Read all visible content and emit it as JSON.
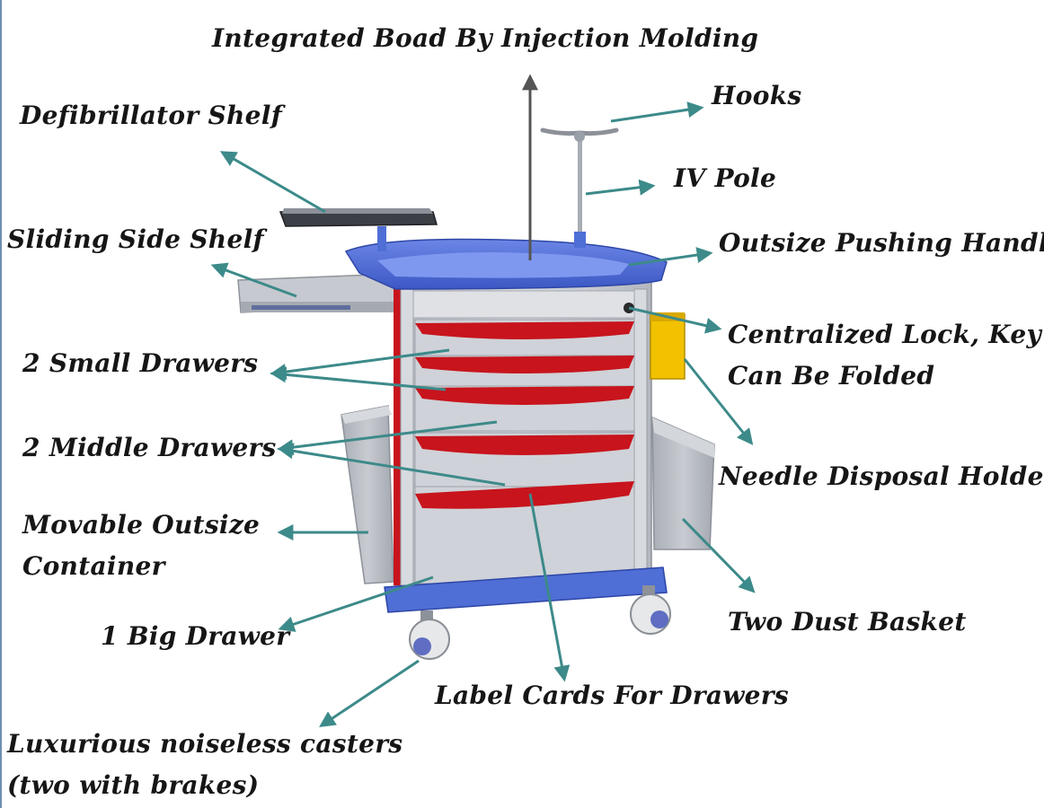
{
  "labels": {
    "integrated_board": "Integrated Boad By Injection Molding",
    "hooks": "Hooks",
    "defibrillator_shelf": "Defibrillator Shelf",
    "iv_pole": "IV Pole",
    "sliding_side_shelf": "Sliding Side Shelf",
    "pushing_handle": "Outsize Pushing Handle",
    "centralized_lock_line1": "Centralized Lock, Key",
    "centralized_lock_line2": "Can Be Folded",
    "small_drawers": "2 Small Drawers",
    "middle_drawers": "2 Middle Drawers",
    "needle_holder": "Needle Disposal Holder",
    "movable_container_line1": "Movable Outsize",
    "movable_container_line2": "Container",
    "big_drawer": "1 Big Drawer",
    "dust_basket": "Two Dust Basket",
    "label_cards": "Label Cards For Drawers",
    "casters_line1": "Luxurious noiseless casters",
    "casters_line2": "(two with brakes)"
  },
  "colors": {
    "arrow": "#3d8a8a",
    "arrow_top": "#555555",
    "tray_blue": "#4f6ed6",
    "drawer_red": "#c8141c",
    "body_gray": "#c9ccd3",
    "needle_yellow": "#f2c200"
  }
}
